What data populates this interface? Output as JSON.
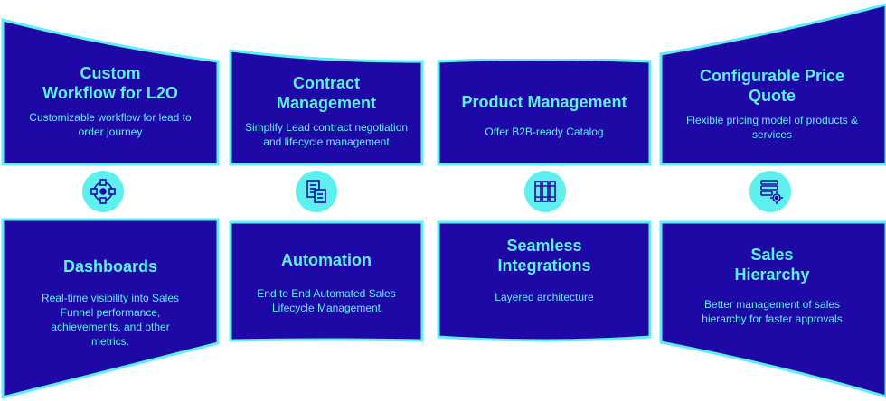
{
  "colors": {
    "panel": "#1e08a6",
    "border": "#5ef0ef",
    "text": "#5ef0ef",
    "icon_bg": "#5ef0ef",
    "icon": "#1e08a6"
  },
  "top": [
    {
      "title": "Custom Workflow for L2O",
      "desc": "Customizable workflow for lead to order journey"
    },
    {
      "title": "Contract Management",
      "desc": "Simplify Lead contract negotiation and lifecycle management"
    },
    {
      "title": "Product Management",
      "desc": "Offer B2B-ready Catalog"
    },
    {
      "title": "Configurable Price Quote",
      "desc": "Flexible pricing model of products & services"
    }
  ],
  "bottom": [
    {
      "title": "Dashboards",
      "desc": "Real-time visibility into Sales Funnel performance, achievements, and other metrics."
    },
    {
      "title": "Automation",
      "desc": "End to End Automated Sales Lifecycle Management"
    },
    {
      "title": "Seamless Integrations",
      "desc": "Layered architecture"
    },
    {
      "title": "Sales Hierarchy",
      "desc": "Better management of sales hierarchy for faster approvals"
    }
  ],
  "icons": [
    "workflow-icon",
    "contract-document-icon",
    "product-catalog-icon",
    "price-configuration-icon"
  ]
}
